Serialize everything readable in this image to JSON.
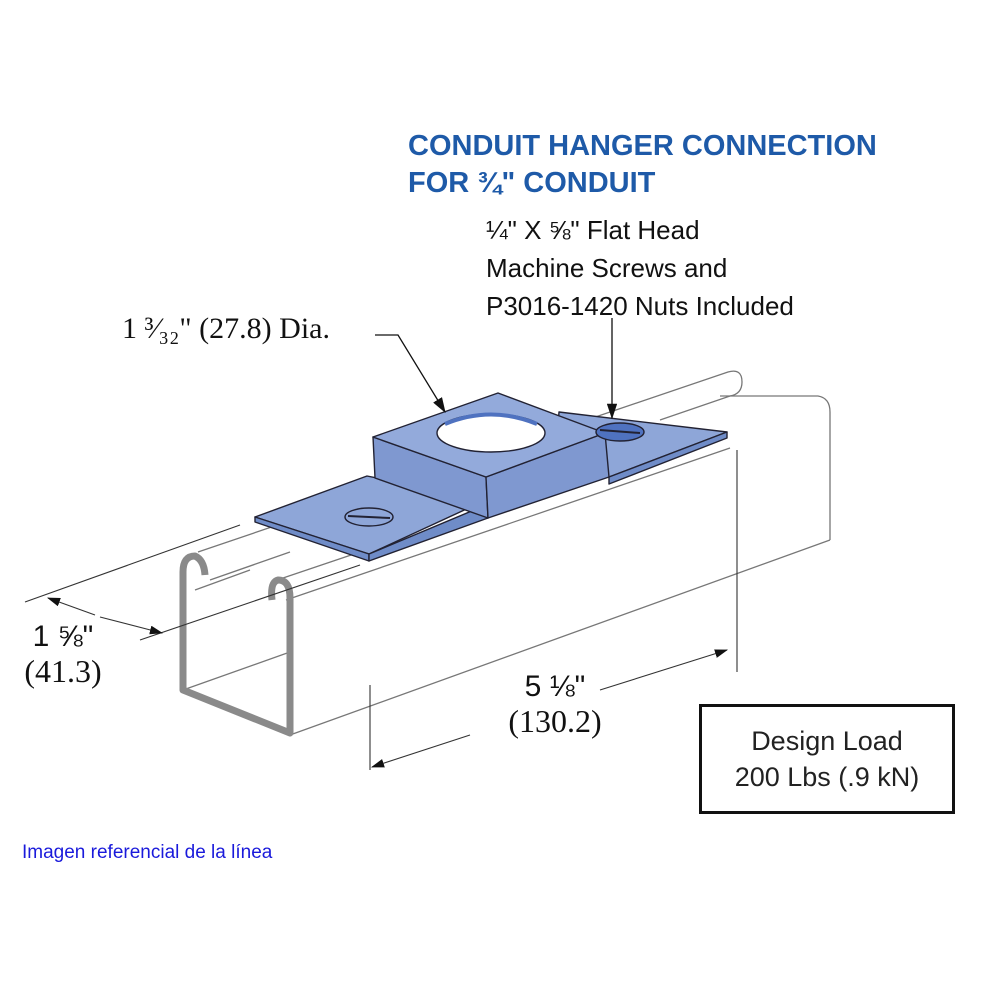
{
  "title": {
    "line1": "CONDUIT HANGER CONNECTION",
    "line2": "FOR ¾\" CONDUIT"
  },
  "callouts": {
    "screws_line1": "¼\" X ⅝\" Flat Head",
    "screws_line2": "Machine  Screws and",
    "screws_line3": "P3016-1420 Nuts Included",
    "hole_dia": "1 ³⁄₃₂\" (27.8) Dia."
  },
  "dimensions": {
    "width_in": "1 ⅝\"",
    "width_mm": "(41.3)",
    "length_in": "5 ⅛\"",
    "length_mm": "(130.2)"
  },
  "design_load": {
    "label": "Design Load",
    "value": "200 Lbs (.9 kN)"
  },
  "note": "Imagen referencial de la línea",
  "colors": {
    "title": "#1e5aa8",
    "bracket": "#8ea6d8",
    "bracket_dark": "#6f8cc8",
    "channel": "#8a8a8a",
    "note": "#1a1adb"
  }
}
